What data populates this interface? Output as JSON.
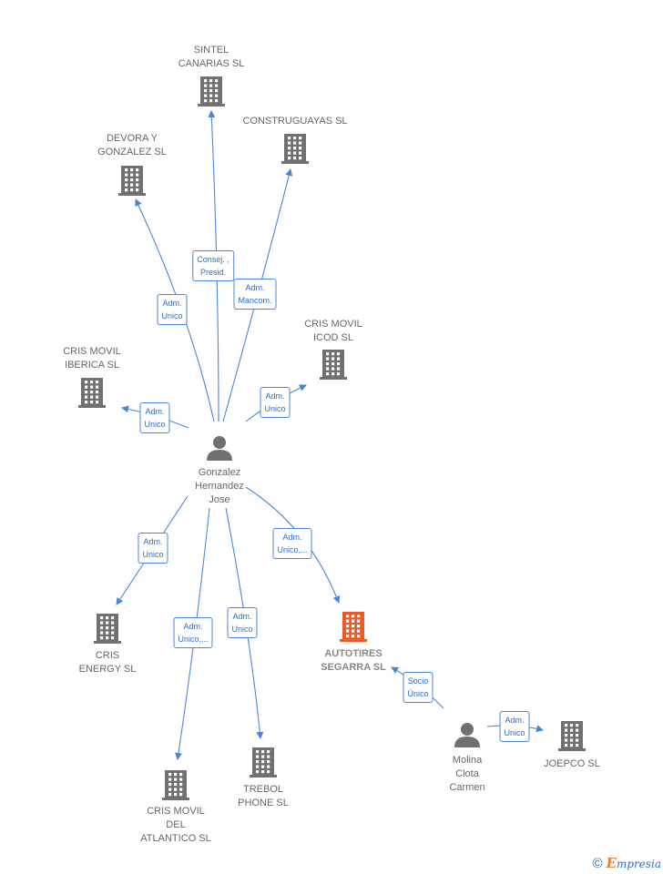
{
  "colors": {
    "edge": "#4a86d8",
    "node": "#707070",
    "highlight": "#f05a28",
    "label": "#666666"
  },
  "companies": [
    {
      "id": "sintel",
      "label": "SINTEL\nCANARIAS  SL",
      "icon": "building-icon",
      "highlight": false
    },
    {
      "id": "construguayas",
      "label": "CONSTRUGUAYAS SL",
      "icon": "building-icon",
      "highlight": false
    },
    {
      "id": "devora",
      "label": "DEVORA Y\nGONZALEZ SL",
      "icon": "building-icon",
      "highlight": false
    },
    {
      "id": "cris_icod",
      "label": "CRIS MOVIL\nICOD SL",
      "icon": "building-icon",
      "highlight": false
    },
    {
      "id": "cris_iberica",
      "label": "CRIS MOVIL\nIBERICA  SL",
      "icon": "building-icon",
      "highlight": false
    },
    {
      "id": "cris_energy",
      "label": "CRIS\nENERGY  SL",
      "icon": "building-icon",
      "highlight": false
    },
    {
      "id": "autotires",
      "label": "AUTOTIRES\nSEGARRA  SL",
      "icon": "building-icon",
      "highlight": true
    },
    {
      "id": "cris_atlantico",
      "label": "CRIS MOVIL\nDEL\nATLANTICO  SL",
      "icon": "building-icon",
      "highlight": false
    },
    {
      "id": "trebol",
      "label": "TREBOL\nPHONE SL",
      "icon": "building-icon",
      "highlight": false
    },
    {
      "id": "joepco",
      "label": "JOEPCO SL",
      "icon": "building-icon",
      "highlight": false
    }
  ],
  "persons": [
    {
      "id": "gonzalez",
      "label": "Gonzalez\nHernandez\nJose",
      "icon": "person-icon"
    },
    {
      "id": "molina",
      "label": "Molina\nClota\nCarmen",
      "icon": "person-icon"
    }
  ],
  "edges": [
    {
      "from": "gonzalez",
      "to": "sintel",
      "label": "Consej. ,\nPresid."
    },
    {
      "from": "gonzalez",
      "to": "construguayas",
      "label": "Adm.\nMancom."
    },
    {
      "from": "gonzalez",
      "to": "devora",
      "label": "Adm.\nUnico"
    },
    {
      "from": "gonzalez",
      "to": "cris_icod",
      "label": "Adm.\nUnico"
    },
    {
      "from": "gonzalez",
      "to": "cris_iberica",
      "label": "Adm.\nUnico"
    },
    {
      "from": "gonzalez",
      "to": "cris_energy",
      "label": "Adm.\nUnico"
    },
    {
      "from": "gonzalez",
      "to": "autotires",
      "label": "Adm.\nUnico,..."
    },
    {
      "from": "gonzalez",
      "to": "cris_atlantico",
      "label": "Adm.\nUnico,..."
    },
    {
      "from": "gonzalez",
      "to": "trebol",
      "label": "Adm.\nUnico"
    },
    {
      "from": "molina",
      "to": "autotires",
      "label": "Socio\nÚnico"
    },
    {
      "from": "molina",
      "to": "joepco",
      "label": "Adm.\nUnico"
    }
  ],
  "footer": {
    "copyright_symbol": "©",
    "brand_initial": "E",
    "brand_rest": "mpresia"
  }
}
